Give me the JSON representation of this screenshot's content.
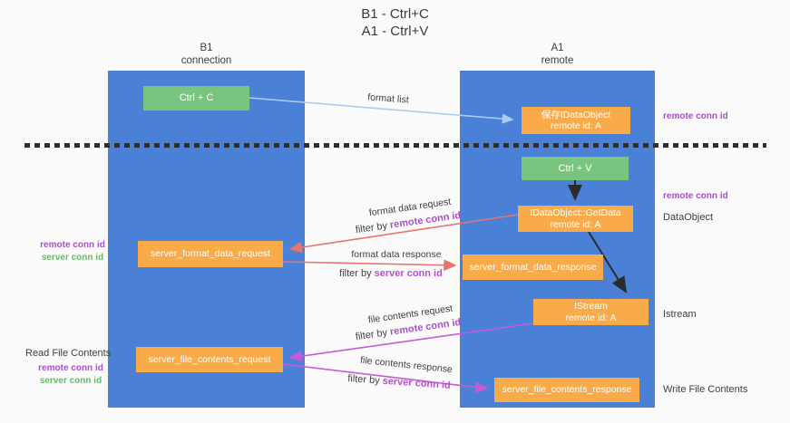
{
  "title": {
    "line1": "B1 - Ctrl+C",
    "line2": "A1 - Ctrl+V"
  },
  "lanes": {
    "left": {
      "name": "B1",
      "role": "connection"
    },
    "right": {
      "name": "A1",
      "role": "remote"
    }
  },
  "nodes": {
    "ctrl_c": {
      "label": "Ctrl + C"
    },
    "ctrl_v": {
      "label": "Ctrl + V"
    },
    "save_idataobject": {
      "line1": "保存IDataObject",
      "line2": "remote id: A"
    },
    "idataobject_getdata": {
      "line1": "IDataObject::GetData",
      "line2": "remote id: A"
    },
    "istream": {
      "line1": "IStream",
      "line2": "remote id: A"
    },
    "server_format_data_request": {
      "label": "server_format_data_request"
    },
    "server_format_data_response": {
      "label": "server_format_data_response"
    },
    "server_file_contents_request": {
      "label": "server_file_contents_request"
    },
    "server_file_contents_response": {
      "label": "server_file_contents_response"
    }
  },
  "edge_labels": {
    "format_list": "format list",
    "format_data_request": "format data request",
    "format_data_response": "format data response",
    "file_contents_request": "file contents request",
    "file_contents_response": "file contents response",
    "filter_by": "filter by",
    "remote_conn_id": "remote conn id",
    "server_conn_id": "server conn id"
  },
  "margin_labels": {
    "left": {
      "format_remote_conn_id": "remote conn id",
      "format_server_conn_id": "server conn id",
      "read_file_contents": "Read File Contents",
      "file_remote_conn_id": "remote conn id",
      "file_server_conn_id": "server conn id"
    },
    "right": {
      "clipboard_remote_conn_id": "remote conn id",
      "paste_remote_conn_id": "remote conn id",
      "dataobject": "DataObject",
      "istream": "Istream",
      "write_file_contents": "Write File Contents"
    }
  },
  "colors": {
    "lane_fill": "#4a80d6",
    "node_orange": "#f9ab4a",
    "node_green": "#79c57f",
    "edge_red": "#e87470",
    "edge_magenta": "#c45bd6",
    "edge_lightblue": "#a9cdf0",
    "edge_black": "#2b2b2b",
    "label_purple": "#a750c8",
    "label_green": "#67b96b",
    "label_magenta": "#b84fd0",
    "background": "#fafafa"
  }
}
